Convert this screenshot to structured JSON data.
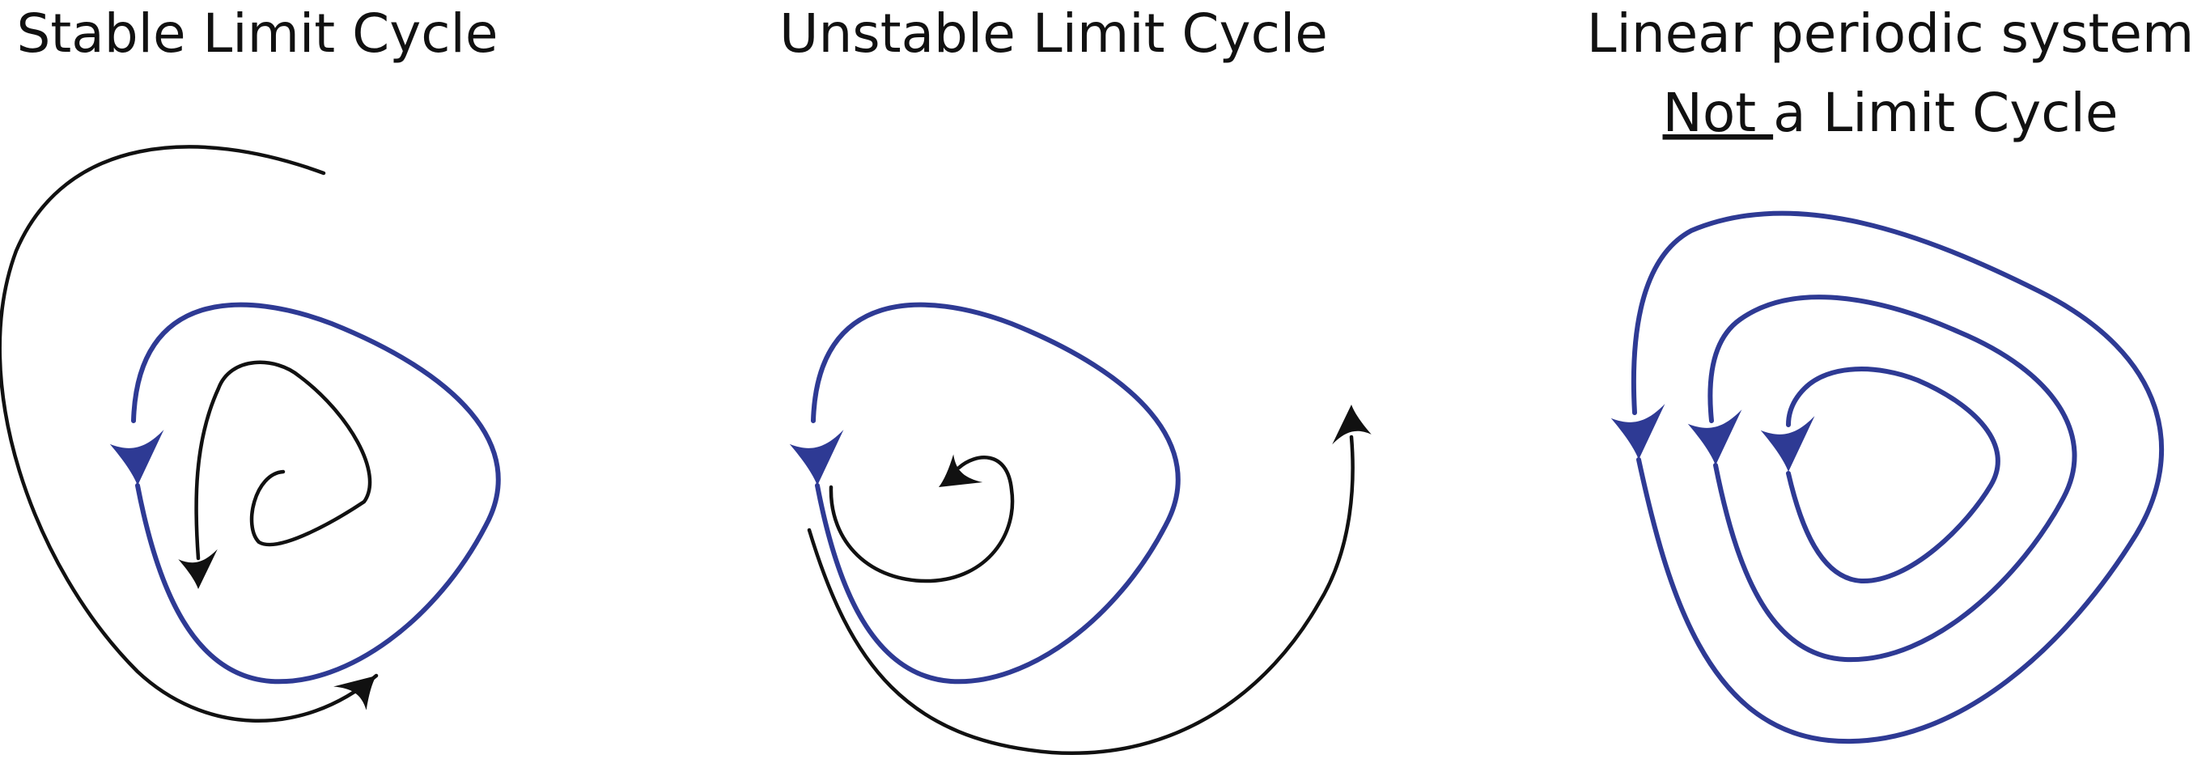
{
  "panels": [
    {
      "title": "Stable Limit Cycle"
    },
    {
      "title": "Unstable Limit Cycle"
    },
    {
      "title_line1": "Linear periodic system",
      "title_line2_underlined": "Not ",
      "title_line2_rest": "a Limit Cycle"
    }
  ],
  "colors": {
    "limit_cycle": "#2e3a94",
    "trajectory": "#111111"
  }
}
